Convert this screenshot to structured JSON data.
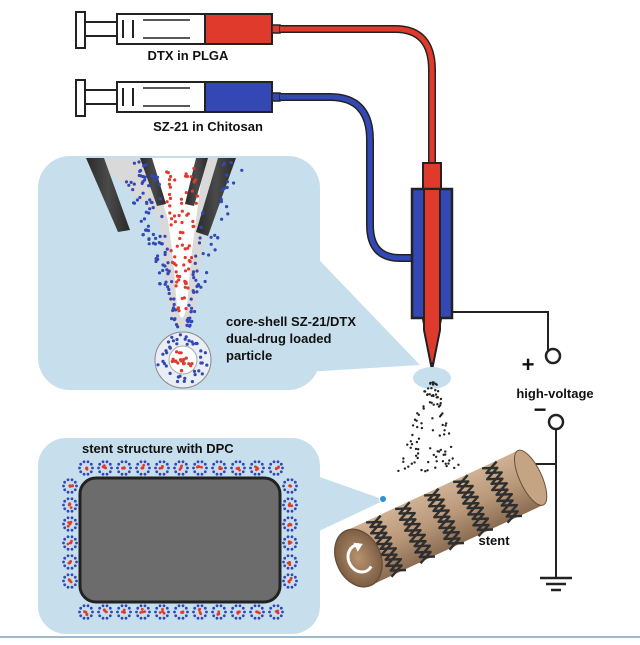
{
  "labels": {
    "syringe_top": "DTX in PLGA",
    "syringe_bottom": "SZ-21 in Chitosan",
    "particle_line1": "core-shell SZ-21/DTX",
    "particle_line2": "dual-drug loaded",
    "particle_line3": "particle",
    "voltage": "high-voltage",
    "plus": "+",
    "minus": "−",
    "stent_panel_title": "stent structure with DPC",
    "stent": "stent"
  },
  "colors": {
    "red_solution": "#e03a2c",
    "blue_solution": "#3348b5",
    "panel_fill": "#c7dfec",
    "stent_tube": "#b99879",
    "stent_wire": "#2f2f2f",
    "panel_core": "#6c6c6c"
  }
}
